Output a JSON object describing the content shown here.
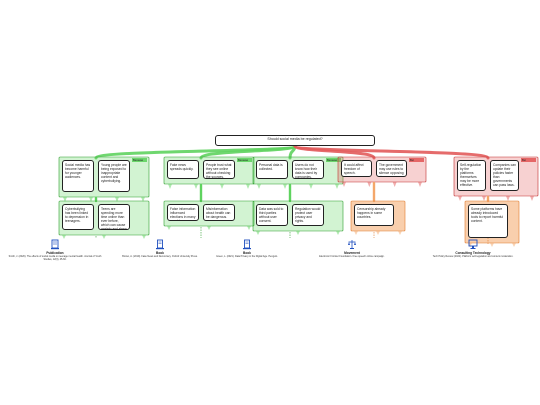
{
  "colors": {
    "green": "#5fd35f",
    "greenDark": "#2d9e2d",
    "red": "#e25b5b",
    "redDark": "#c23030",
    "orange": "#f4a76a",
    "orangeDark": "#e07b2e",
    "blue": "#1f4fbf"
  },
  "root": {
    "text": "Should social media be regulated?"
  },
  "branches": [
    {
      "kind": "green",
      "tag": "Because",
      "top": [
        {
          "text": "Social media has become harmful for younger audiences."
        },
        {
          "text": "Young people are being exposed to inappropriate content and cyberbullying."
        }
      ],
      "bottom": [
        {
          "text": "Cyberbullying has been linked to depression in teenagers."
        },
        {
          "text": "Teens are spending more time online than ever before, which can cause anxiety and sleep problems."
        }
      ]
    },
    {
      "kind": "green",
      "tag": "Because",
      "top": [
        {
          "text": "Fake news spreads quickly."
        },
        {
          "text": "People trust what they see online without checking the sources."
        }
      ],
      "bottom": [
        {
          "text": "False information influenced elections in many countries."
        },
        {
          "text": "Misinformation about health can be dangerous."
        }
      ]
    },
    {
      "kind": "green",
      "tag": "Because",
      "top": [
        {
          "text": "Personal data is collected."
        },
        {
          "text": "Users do not know how their data is used by companies."
        }
      ],
      "bottom": [
        {
          "text": "Data was sold to third parties without user consent."
        },
        {
          "text": "Regulation would protect user privacy and rights."
        }
      ]
    },
    {
      "kind": "red",
      "tag": "But",
      "top": [
        {
          "text": "It could affect freedom of speech."
        },
        {
          "text": "The government may use rules to silence opposing views."
        }
      ],
      "bottom": [
        {
          "kind": "orange",
          "text": "Censorship already happens in some countries."
        }
      ]
    },
    {
      "kind": "red",
      "tag": "But",
      "top": [
        {
          "text": "Self-regulation by the platforms themselves may be more effective."
        },
        {
          "text": "Companies can update their policies faster than governments can pass laws."
        }
      ],
      "bottom": [
        {
          "kind": "orange",
          "text": "Some platforms have already introduced tools to report harmful content."
        }
      ]
    }
  ],
  "sources": [
    {
      "icon": "book-icon",
      "title": "Publication",
      "text": "Smith, J. (2020). The effects of social media on teenage mental health. Journal of Youth Studies, 12(3), 45-60."
    },
    {
      "icon": "document-icon",
      "title": "Book",
      "text": "Brown, A. (2019). Fake News and Democracy. Oxford University Press."
    },
    {
      "icon": "document-icon",
      "title": "Book",
      "text": "Green, L. (2021). Data Privacy in the Digital Age. Penguin."
    },
    {
      "icon": "scale-icon",
      "title": "Movement",
      "text": "Electronic Frontier Foundation. Free speech online campaign."
    },
    {
      "icon": "monitor-icon",
      "title": "Consulting Technology",
      "text": "Tech Policy Review (2022). Platform self-regulation and content moderation."
    }
  ]
}
